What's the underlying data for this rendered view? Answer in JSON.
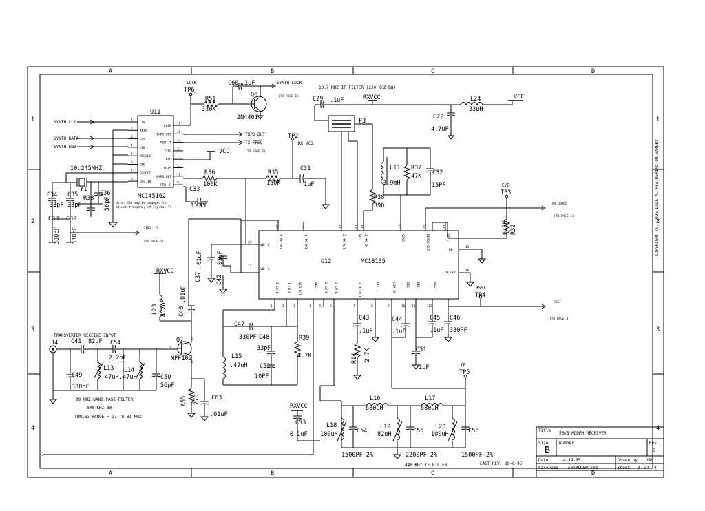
{
  "frame": {
    "columns": [
      "A",
      "B",
      "C",
      "D"
    ],
    "rows": [
      "1",
      "2",
      "3",
      "4"
    ]
  },
  "copyright": "COPYRIGHT (C) 1995 DALE A. HEATHERINGTON WA4DBY",
  "title_block": {
    "title_label": "Title",
    "title": "56KB MODEM RECEIVER",
    "size_label": "Size",
    "size": "B",
    "number_label": "Number",
    "rev_label": "Rev",
    "rev": "C",
    "date_label": "Date",
    "date": "4-19-95",
    "drawn_label": "Drawn by",
    "drawn": "DAH",
    "filename_label": "Filename",
    "filename": "56KMODEM.S03",
    "sheet_label": "Sheet",
    "sheet": "3",
    "of_label": "of",
    "sheets": "4"
  },
  "last_rev": "LAST REV. 10-6-95",
  "notes": {
    "if_filter": "10.7 MHZ IF FILTER (230 KHZ BW)",
    "crystal_note1": "Note: C36 may be changed to",
    "crystal_note2": "adjust frequency of crystal Y1",
    "bpf_title": "29 MHZ BAND PASS FILTER",
    "bpf_bw": "800 KHZ BW",
    "bpf_range": "TUNING RANGE = 27 TO 31 MHZ",
    "if448": "448 KHZ IF FILTER",
    "transverter": "TRANSVERTER RECEIVE INPUT"
  },
  "signals": {
    "synth_clk": "SYNTH CLK",
    "synth_data": "SYNTH DATA",
    "synth_enb": "SYNTH ENB",
    "lock": "- LOCK",
    "synth_lock": "SYNTH LOCK",
    "txpd_out": "TXPD OUT",
    "tx_freq": "TX FREQ",
    "rx_vco": "RX VCO",
    "vcc1": "VCC",
    "vcc2": "VCC",
    "rxvcc1": "RXVCC",
    "rxvcc2": "RXVCC",
    "rxvcc3": "RXVCC",
    "eye": "EYE",
    "rx_demod": "RX DEMOD",
    "rssi": "RSSI",
    "rssi_out": "RSSI",
    "if": "IF",
    "second_lo": "2ND LO",
    "xtal_freq": "10.245MHZ",
    "to_page1a": "(TO PAGE 1)",
    "to_page2a": "(TO PAGE 2)",
    "to_page2b": "(TO PAGE 2)",
    "to_page1b": "(TO PAGE 1)",
    "to_page4": "(TO PAGE 4)"
  },
  "u11": {
    "ref": "U11",
    "part": "MC145162",
    "pins_left": [
      {
        "num": "1",
        "name": "CLK"
      },
      {
        "num": "2",
        "name": "ADIN"
      },
      {
        "num": "3",
        "name": "DIN"
      },
      {
        "num": "4",
        "name": "ENB"
      },
      {
        "num": "5",
        "name": "MCUCLK"
      },
      {
        "num": "6",
        "name": "GND"
      },
      {
        "num": "7",
        "name": "OSCOUT"
      },
      {
        "num": "8",
        "name": "OSC IN"
      }
    ],
    "pins_right": [
      {
        "num": "16",
        "name": "- LOCK"
      },
      {
        "num": "15",
        "name": "TXPD OUT"
      },
      {
        "num": "14",
        "name": "FIN- T"
      },
      {
        "num": "13",
        "name": "TXPS"
      },
      {
        "num": "12",
        "name": "VDD"
      },
      {
        "num": "11",
        "name": "RXPS"
      },
      {
        "num": "10",
        "name": "RXPD OUT"
      },
      {
        "num": "9",
        "name": "FIN- R"
      }
    ]
  },
  "u12": {
    "ref": "U12",
    "part": "MC13135",
    "top_pins": [
      {
        "num": "22",
        "name": "1 MX IN2"
      },
      {
        "num": "21",
        "name": "1 MX IN1"
      },
      {
        "num": "20",
        "name": "2 MX OUT"
      },
      {
        "num": "19",
        "name": "VCC"
      },
      {
        "num": "18",
        "name": "2 MX IN"
      },
      {
        "num": "17",
        "name": "QUAD"
      },
      {
        "num": "16",
        "name": "DEMOD OUT"
      },
      {
        "num": "14",
        "name": "OP +"
      }
    ],
    "bottom_pins": [
      {
        "num": "1",
        "name": "1 LO B"
      },
      {
        "num": "2",
        "name": "1 LO E"
      },
      {
        "num": "3",
        "name": "VCO OUT"
      },
      {
        "num": "4",
        "name": "VEE"
      },
      {
        "num": "5",
        "name": "2 LO E"
      },
      {
        "num": "6",
        "name": "2 LO B"
      },
      {
        "num": "7",
        "name": "1 MX OUT"
      },
      {
        "num": "8",
        "name": "DEC"
      },
      {
        "num": "9",
        "name": "LIM IN"
      },
      {
        "num": "10",
        "name": "DEC"
      },
      {
        "num": "11",
        "name": "DEC"
      },
      {
        "num": "12",
        "name": "RSSI"
      }
    ],
    "left_pins": [
      {
        "num": "24",
        "name": "VD- C"
      },
      {
        "num": "23",
        "name": "VD- A"
      }
    ],
    "right_pins": [
      {
        "num": "15",
        "name": "OP-"
      },
      {
        "num": "16",
        "name": "OP OUT"
      }
    ]
  },
  "components": {
    "tp6": "TP6",
    "tp2": "TP2",
    "tp3": "TP3",
    "tp4": "TP4",
    "tp5": "TP5",
    "r51": "R51",
    "r51v": "330K",
    "c60": "C60",
    "c60v": ".1UF",
    "q6": "Q6",
    "q6p": "2N4401",
    "c29": "C29",
    "c29v": ".1uF",
    "f3": "F3",
    "l24": "L24",
    "l24v": "33uH",
    "c22": "C22",
    "c22v": "4.7uF",
    "r36": "R36",
    "r36v": "100K",
    "r35": "R35",
    "r35v": "150K",
    "c31": "C31",
    "c31v": ".1uF",
    "l11": "L11",
    "l11v": "3.9mH",
    "r37": "R37",
    "r37v": "47K",
    "c32": "C32",
    "c32v": "15PF",
    "r38": "R38",
    "r38v": "390",
    "y1": "Y1",
    "c34": "C34",
    "c34v": "33pF",
    "c35": "C35",
    "c35v": "33pF",
    "r38b": "R38",
    "c36": "C36",
    "c36v": "56pF",
    "c38": "C38",
    "c38v": "330pF",
    "c39": "C39",
    "c39v": "330pF",
    "c33": "C33",
    "c33v": "330PF",
    "r32": "R32",
    "r32v": "6.8K",
    "c37": "C37",
    "c37v": ".01uF",
    "c42": "C42",
    "c42v": ".01uF",
    "l23": "L23",
    "l23v": "4.7uH",
    "c40": "C40",
    "c40v": ".01uF",
    "c47": "C47",
    "c47v": "330PF",
    "c48": "C48",
    "c48v": "33pF",
    "r39": "R39",
    "r39v": "4.7K",
    "l15": "L15",
    "l15v": ".47uH",
    "c52": "C52",
    "c52v": "10PF",
    "c43": "C43",
    "c43v": ".1uF",
    "c44": "C44",
    "c44v": ".1uF",
    "c45": "C45",
    "c45v": ".1uF",
    "c46": "C46",
    "c46v": "330PF",
    "c51": "C51",
    "c51v": ".1uF",
    "r14": "R14",
    "r14v": "2.7K",
    "j4": "J4",
    "c41": "C41",
    "c41v": "82pF",
    "c54a": "C54",
    "c54av": "2.2pF",
    "l13": "L13",
    "l13v": ".47uH",
    "l14": "L14",
    "l14v": ".47uH",
    "c49": "C49",
    "c49v": "330pF",
    "c50": "C50",
    "c50v": "56pF",
    "q7": "Q7",
    "q7p": "MPF102",
    "q7g": "G",
    "q7d": "D",
    "q7s": "S",
    "r55": "R55",
    "r55v": "270",
    "c63": "C63",
    "c63v": ".01uF",
    "c53": "C53",
    "c53v": "0.1uF",
    "l16": "L16",
    "l16v": "680uH",
    "l17": "L17",
    "l17v": "680uH",
    "l18": "L18",
    "l18v": "100uH",
    "c54b": "C54",
    "l19": "L19",
    "l19v": "82uH",
    "c55": "C55",
    "l20": "L20",
    "l20v": "100uH",
    "c56": "C56",
    "c54bv": "1500PF 2%",
    "c55v": "2200PF 2%",
    "c56v": "1500PF 2%"
  }
}
